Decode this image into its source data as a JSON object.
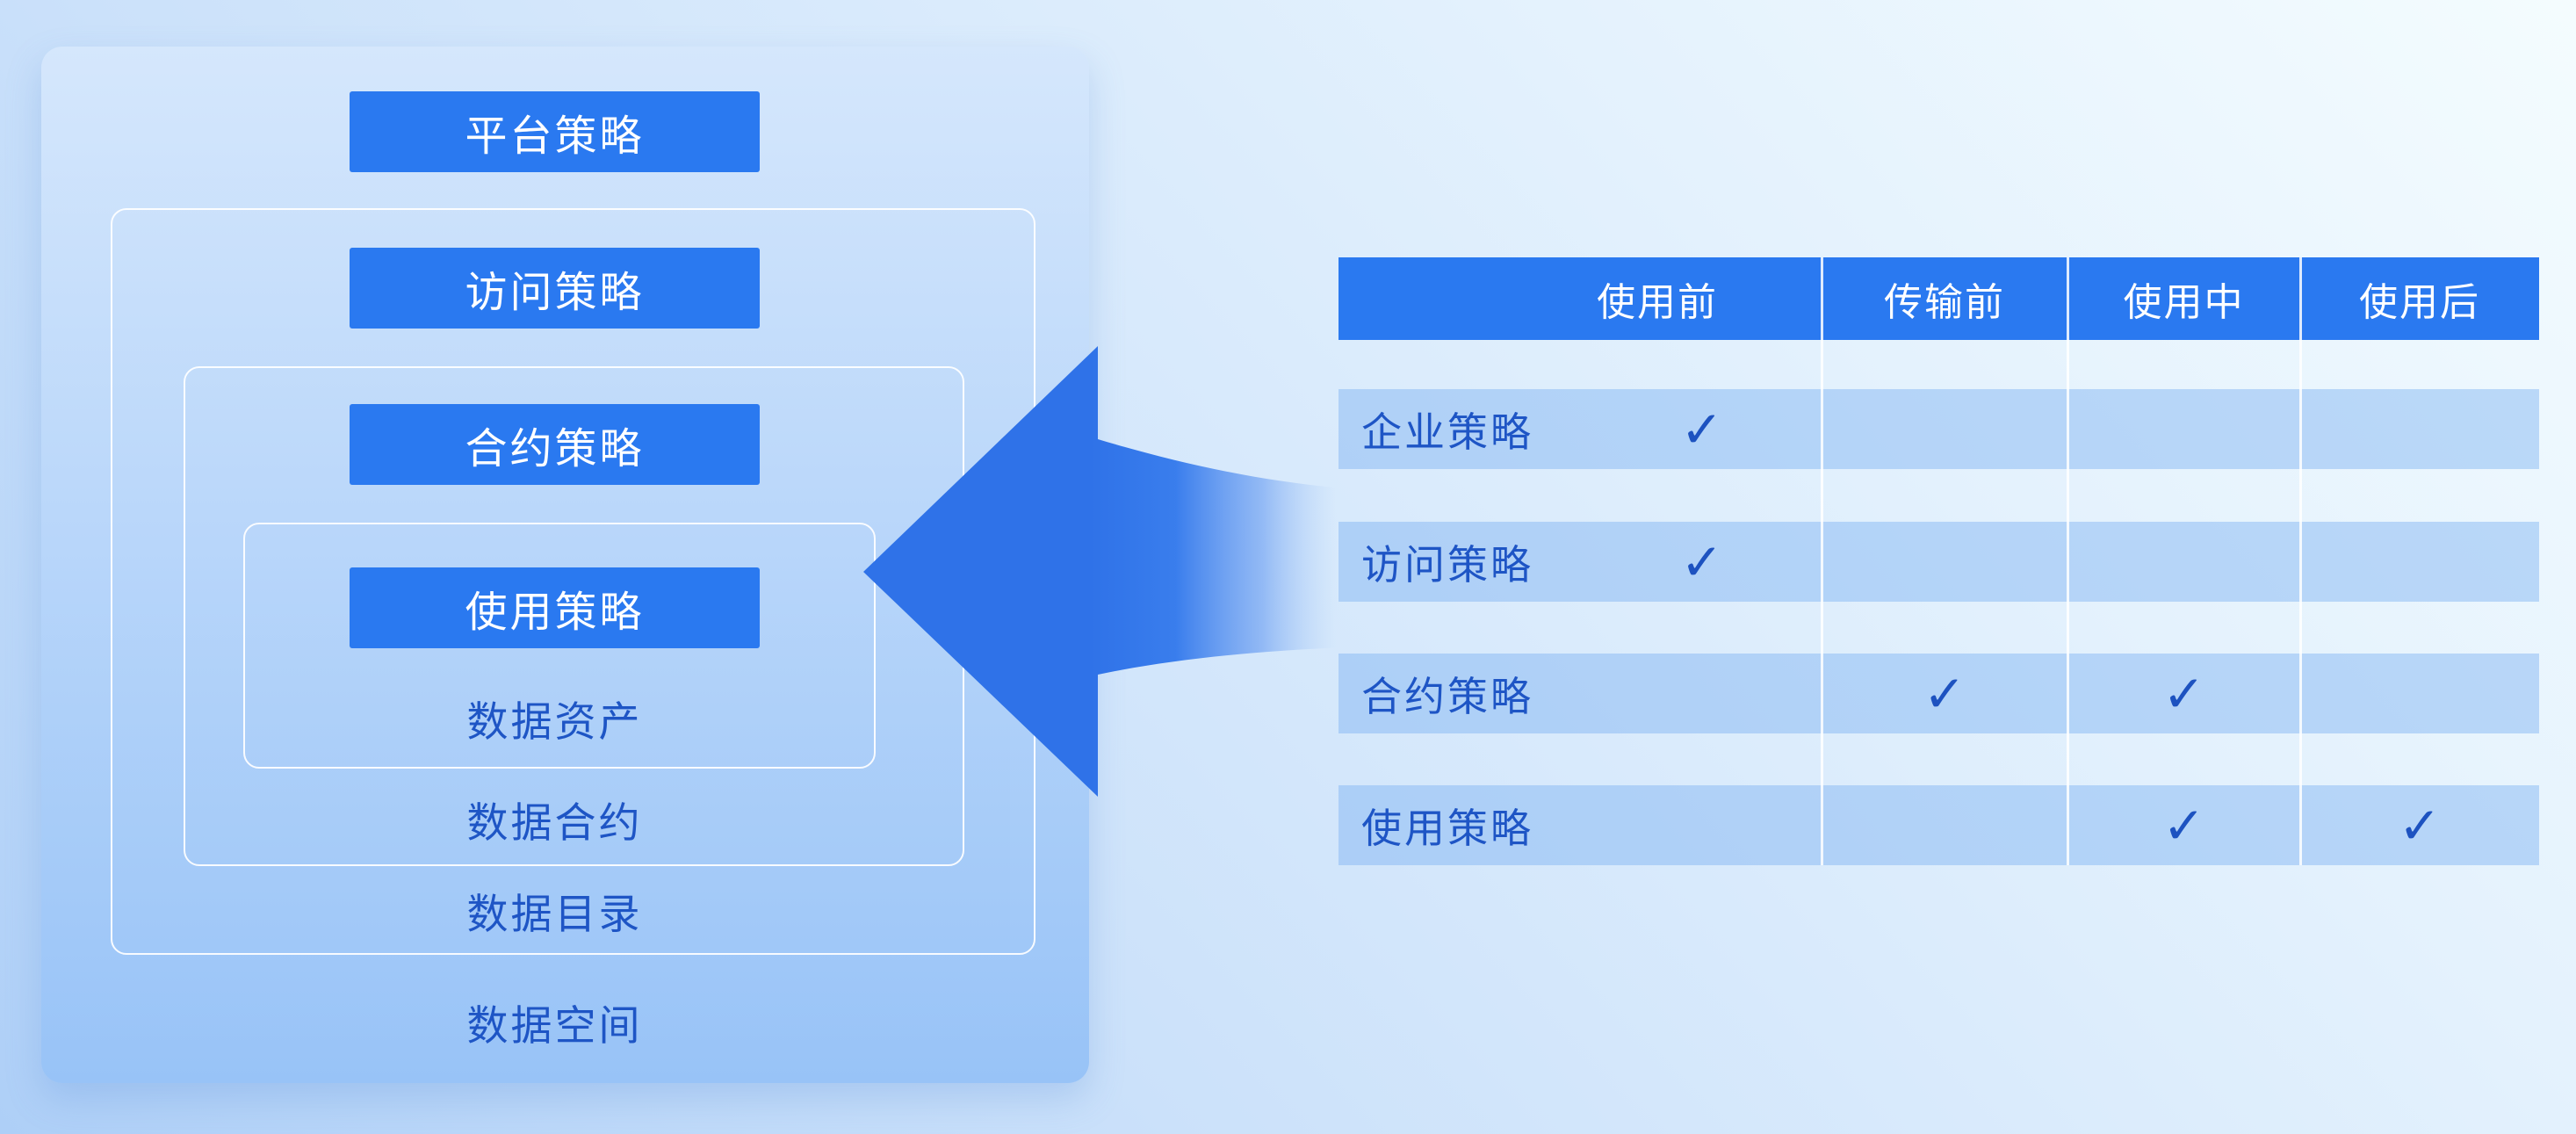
{
  "diagram": {
    "policy_buttons": [
      {
        "label": "平台策略"
      },
      {
        "label": "访问策略"
      },
      {
        "label": "合约策略"
      },
      {
        "label": "使用策略"
      }
    ],
    "layer_labels": [
      {
        "label": "数据资产"
      },
      {
        "label": "数据合约"
      },
      {
        "label": "数据目录"
      },
      {
        "label": "数据空间"
      }
    ]
  },
  "arrow": {
    "direction": "left",
    "color": "#2F72E8"
  },
  "table": {
    "columns": [
      "使用前",
      "传输前",
      "使用中",
      "使用后"
    ],
    "rows": [
      {
        "label": "企业策略",
        "cells": [
          "✓",
          "",
          "",
          ""
        ]
      },
      {
        "label": "访问策略",
        "cells": [
          "✓",
          "",
          "",
          ""
        ]
      },
      {
        "label": "合约策略",
        "cells": [
          "",
          "✓",
          "✓",
          ""
        ]
      },
      {
        "label": "使用策略",
        "cells": [
          "",
          "",
          "✓",
          "✓"
        ]
      }
    ]
  },
  "icons": {
    "check_icon": "✓",
    "arrow_icon": "left-arrow"
  },
  "colors": {
    "accent_blue": "#2A79F0",
    "arrow_blue": "#2F72E8",
    "text_blue": "#1E55C5",
    "check_blue": "#1D52C0",
    "panel_top": "#D5E7FC",
    "panel_bottom": "#98C3F7",
    "row_stripe": "rgba(125,178,242,0.45)"
  }
}
